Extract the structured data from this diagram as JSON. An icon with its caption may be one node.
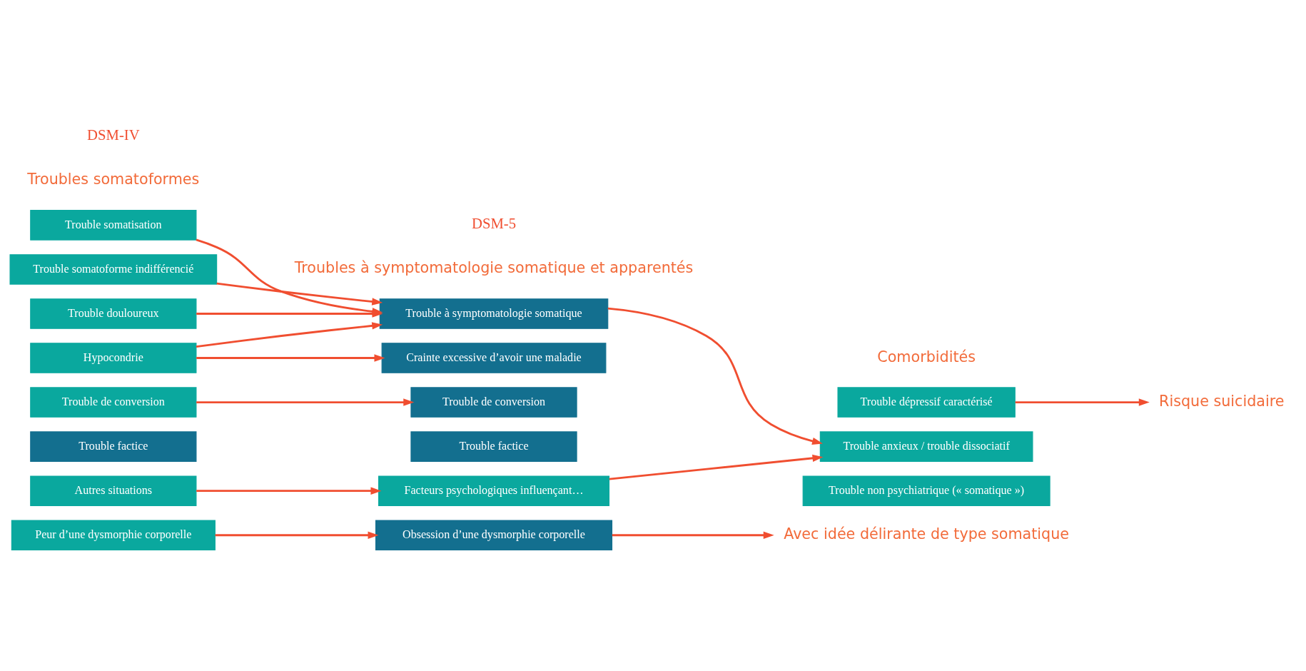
{
  "diagram": {
    "nodes": [
      {
        "text": [
          "Trouble somatisation"
        ]
      },
      {
        "text": [
          "Trouble somatoforme indifférencié"
        ]
      },
      {
        "text": [
          "Trouble douloureux"
        ]
      },
      {
        "text": [
          "Hypocondrie"
        ]
      },
      {
        "text": [
          "Trouble de conversion"
        ]
      },
      {
        "text": [
          "Trouble factice"
        ]
      },
      {
        "text": [
          "Autres situations"
        ]
      },
      {
        "text": [
          "Peur d’une dysmorphie corporelle"
        ]
      },
      {
        "text": [
          "Trouble à symptomatologie somatique"
        ]
      },
      {
        "text": [
          "Crainte excessive d’avoir une maladie"
        ]
      },
      {
        "text": [
          "Trouble de conversion"
        ]
      },
      {
        "text": [
          "Trouble factice"
        ]
      },
      {
        "text": [
          "Facteurs psychologiques influençant…"
        ]
      },
      {
        "text": [
          "Obsession d’une dysmorphie corporelle"
        ]
      },
      {
        "text": [
          "Trouble dépressif caractérisé"
        ]
      },
      {
        "text": [
          "Trouble anxieux / trouble dissociatif"
        ]
      },
      {
        "text": [
          "Trouble non psychiatrique (« somatique »)"
        ]
      },
      {
        "text": [
          "Risque suicidaire"
        ]
      },
      {
        "text": [
          "Avec idée délirante de type somatique"
        ]
      }
    ],
    "edges": [
      {
        "from": 0,
        "to": 8,
        "arrow": "to"
      },
      {
        "from": 1,
        "to": 8,
        "arrow": "to"
      },
      {
        "from": 2,
        "to": 8,
        "arrow": "to"
      },
      {
        "from": 3,
        "to": 8,
        "arrow": "to"
      },
      {
        "from": 3,
        "to": 9,
        "arrow": "to"
      },
      {
        "from": 4,
        "to": 10,
        "arrow": "to"
      },
      {
        "from": 6,
        "to": 12,
        "arrow": "to"
      },
      {
        "from": 7,
        "to": 13,
        "arrow": "to"
      },
      {
        "from": 8,
        "to": 15,
        "arrow": "to"
      },
      {
        "from": 12,
        "to": 15,
        "arrow": "to"
      },
      {
        "from": 14,
        "to": 17,
        "arrow": "to"
      },
      {
        "from": 13,
        "to": 18,
        "arrow": "to"
      }
    ],
    "labels": [
      "DSM-IV",
      "Troubles somatoformes",
      "DSM-5",
      "Troubles à symptomatologie somatique et apparentés",
      "Comorbidités"
    ]
  }
}
